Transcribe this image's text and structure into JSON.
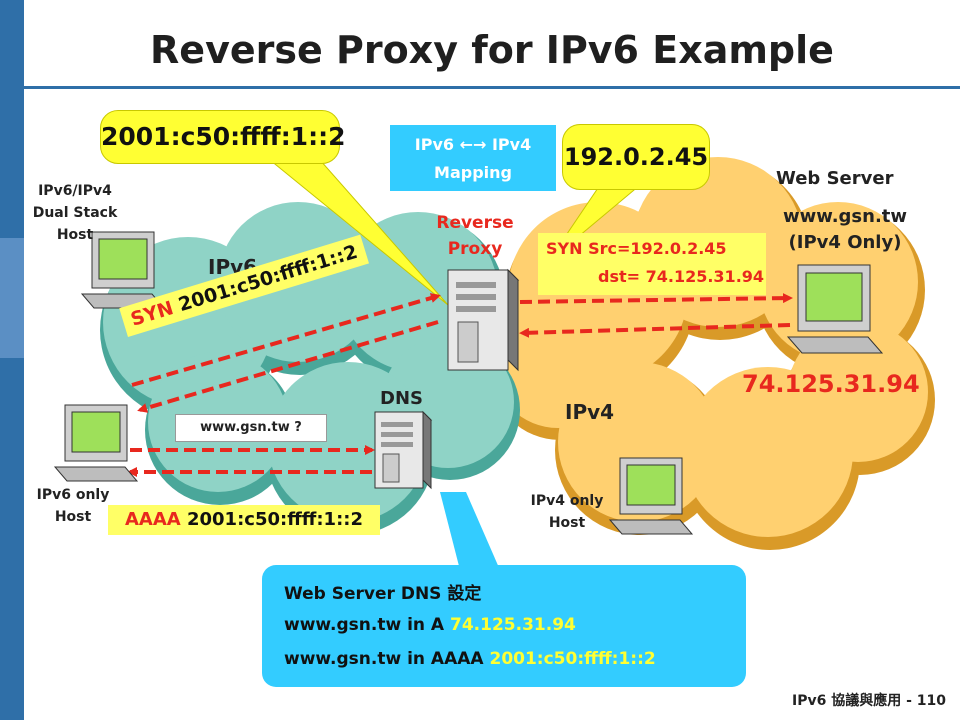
{
  "title": "Reverse Proxy for IPv6 Example",
  "labels": {
    "dual_stack_host": [
      "IPv6/IPv4",
      "Dual Stack",
      "Host"
    ],
    "ipv6_cloud": "IPv6",
    "ipv4_cloud": "IPv4",
    "reverse_proxy": [
      "Reverse",
      "Proxy"
    ],
    "dns": "DNS",
    "web_server_title": "Web Server",
    "web_server_name": "www.gsn.tw",
    "web_server_note": "(IPv4 Only)",
    "ipv6_only_host": [
      "IPv6 only",
      "Host"
    ],
    "ipv4_only_host": [
      "IPv4 only",
      "Host"
    ]
  },
  "callouts": {
    "ipv6_address": "2001:c50:ffff:1::2",
    "ipv4_address": "192.0.2.45",
    "mapping": [
      "IPv6 ←→ IPv4",
      "Mapping"
    ]
  },
  "syn_ipv6": {
    "prefix": "SYN",
    "addr": "2001:c50:ffff:1::2"
  },
  "syn_ipv4": {
    "line1": "SYN  Src=192.0.2.45",
    "line2": "dst= 74.125.31.94"
  },
  "server_ip": "74.125.31.94",
  "dns_query": "www.gsn.tw ?",
  "dns_answer": {
    "prefix": "AAAA",
    "addr": "2001:c50:ffff:1::2"
  },
  "dns_setting": {
    "heading": "Web Server DNS 設定",
    "row_a": {
      "name": "www.gsn.tw  in A",
      "value": "74.125.31.94"
    },
    "row_aaaa": {
      "name": "www.gsn.tw  in AAAA",
      "value": "2001:c50:ffff:1::2"
    }
  },
  "footer": "IPv6 協議與應用 - 110",
  "colors": {
    "sidebar": "#2f6fa8",
    "ipv6_cloud": "#8fd3c6",
    "ipv4_cloud": "#ffd070",
    "callout_yellow": "#ffff33",
    "info_blue": "#33ccff",
    "arrow_red": "#e8281e"
  }
}
